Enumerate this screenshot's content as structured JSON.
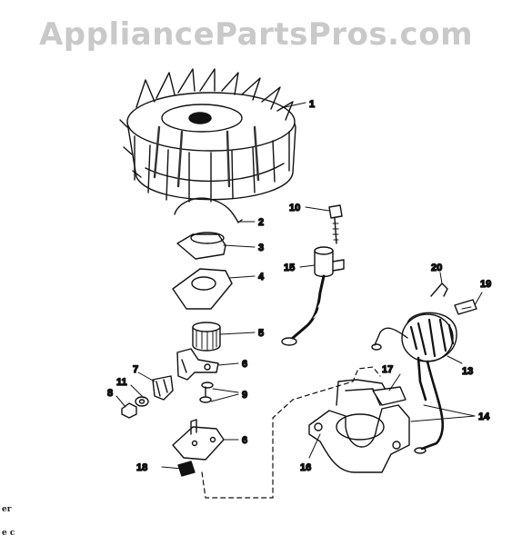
{
  "watermark": "AppliancePartsPros.com",
  "callouts": [
    {
      "id": "1",
      "text": "1"
    },
    {
      "id": "2",
      "text": "2"
    },
    {
      "id": "3",
      "text": "3"
    },
    {
      "id": "4",
      "text": "4"
    },
    {
      "id": "5",
      "text": "5"
    },
    {
      "id": "6a",
      "text": "6"
    },
    {
      "id": "6b",
      "text": "6"
    },
    {
      "id": "7",
      "text": "7"
    },
    {
      "id": "8",
      "text": "8"
    },
    {
      "id": "9",
      "text": "9"
    },
    {
      "id": "10",
      "text": "10"
    },
    {
      "id": "11",
      "text": "11"
    },
    {
      "id": "13",
      "text": "13"
    },
    {
      "id": "14",
      "text": "14"
    },
    {
      "id": "15",
      "text": "15"
    },
    {
      "id": "16",
      "text": "16"
    },
    {
      "id": "17",
      "text": "17"
    },
    {
      "id": "18",
      "text": "18"
    },
    {
      "id": "19",
      "text": "19"
    },
    {
      "id": "20",
      "text": "20"
    }
  ],
  "fragments": [
    "er",
    "e  c"
  ],
  "colors": {
    "ink": "#111111",
    "watermark": "#c9c9c9",
    "background": "#ffffff"
  }
}
